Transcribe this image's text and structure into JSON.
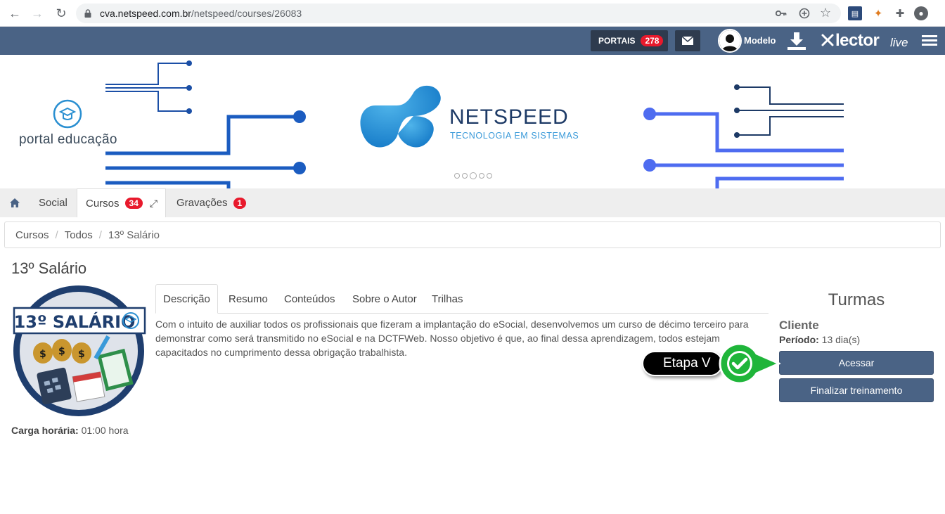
{
  "browser": {
    "url_host": "cva.netspeed.com.br",
    "url_path": "/netspeed/courses/26083"
  },
  "header": {
    "portais_label": "PORTAIS",
    "portais_count": "278",
    "username": "Modelo",
    "brand": "lector",
    "brand_suffix": "live",
    "color": "#4a6385"
  },
  "banner": {
    "portal_text": "portal educação",
    "netspeed_title": "NETSPEED",
    "netspeed_subtitle": "TECNOLOGIA EM SISTEMAS",
    "slides": 5,
    "active_slide": 3
  },
  "nav_tabs": {
    "social": "Social",
    "cursos": "Cursos",
    "cursos_count": "34",
    "gravacoes": "Gravações",
    "gravacoes_count": "1"
  },
  "breadcrumb": [
    "Cursos",
    "Todos",
    "13º Salário"
  ],
  "course": {
    "title": "13º Salário",
    "image_text": "13º SALÁRIO",
    "carga_label": "Carga horária:",
    "carga_value": "01:00 hora"
  },
  "content_tabs": [
    "Descrição",
    "Resumo",
    "Conteúdos",
    "Sobre o Autor",
    "Trilhas"
  ],
  "description": "Com o intuito de auxiliar todos os profissionais que fizeram a implantação do eSocial, desenvolvemos um curso de décimo terceiro para demonstrar como será transmitido no eSocial e na DCTFWeb. Nosso objetivo é que, ao final dessa aprendizagem, todos estejam capacitados no cumprimento dessa obrigação trabalhista.",
  "turmas": {
    "title": "Turmas",
    "cliente": "Cliente",
    "periodo_label": "Período:",
    "periodo_value": "13 dia(s)",
    "acessar": "Acessar",
    "finalizar": "Finalizar treinamento"
  },
  "annotation": {
    "label": "Etapa V",
    "color": "#1fb53a"
  }
}
